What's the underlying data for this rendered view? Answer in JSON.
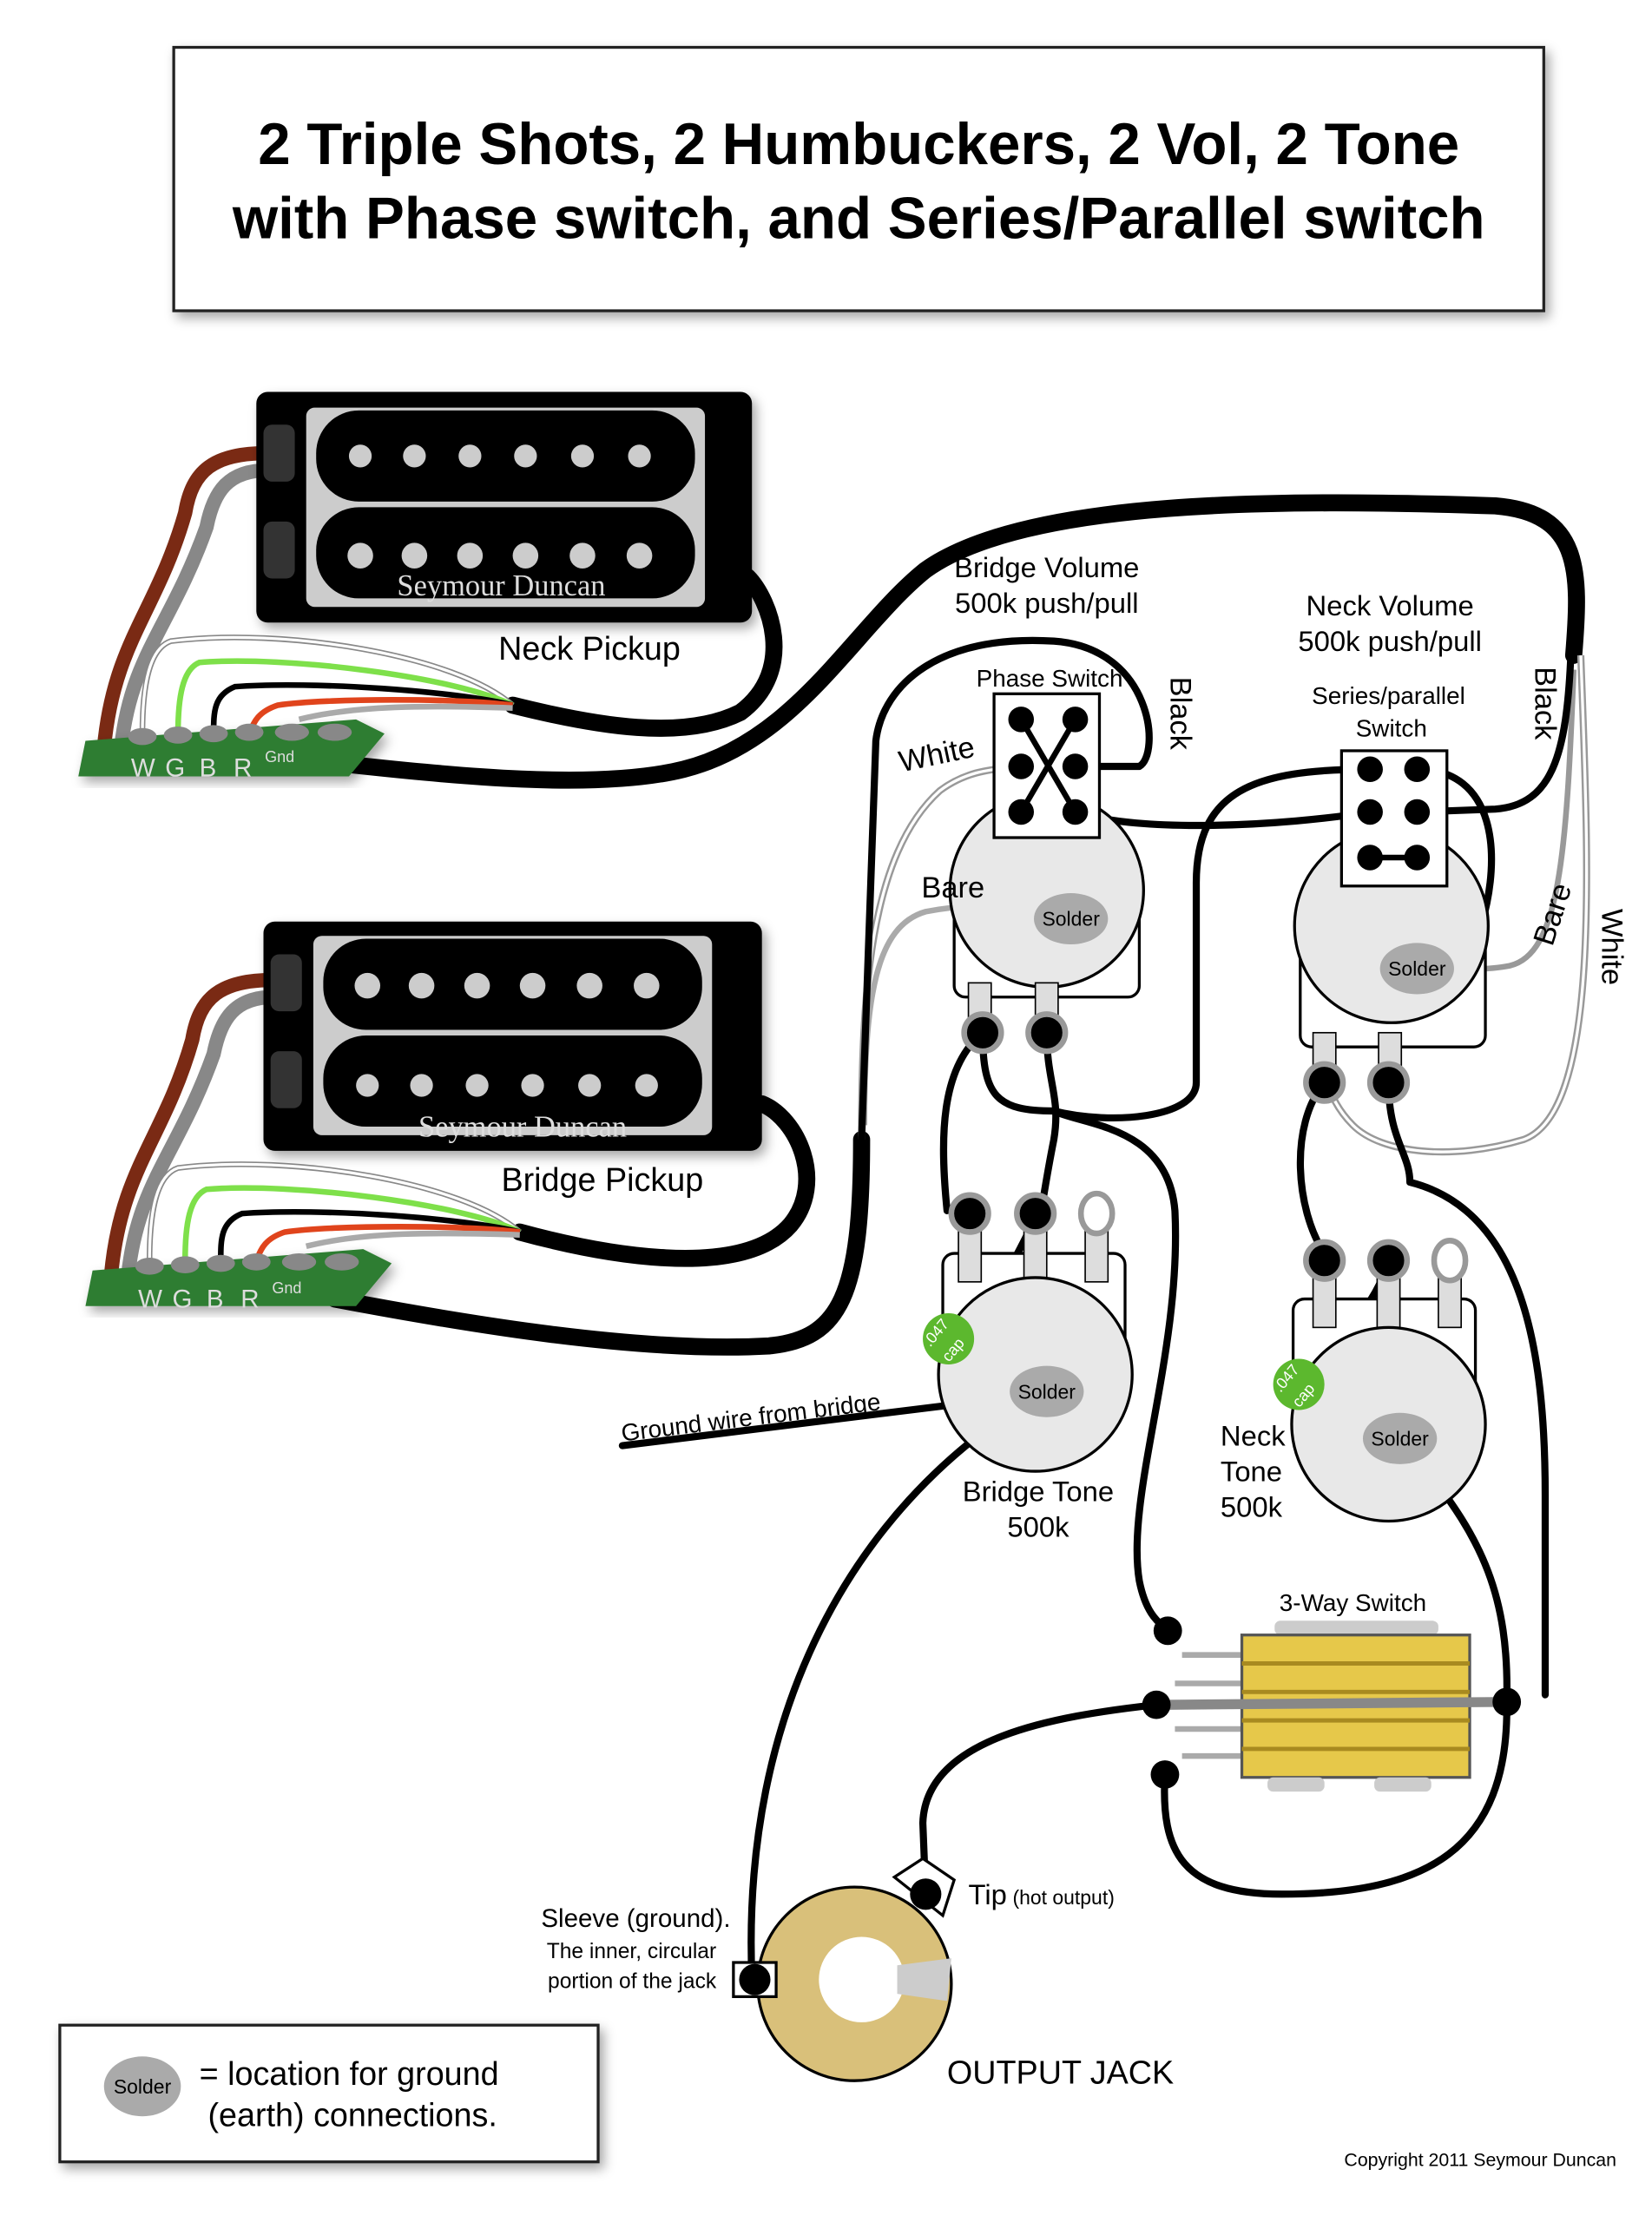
{
  "title": {
    "line1": "2 Triple Shots, 2 Humbuckers, 2 Vol, 2 Tone",
    "line2": "with Phase switch, and Series/Parallel switch"
  },
  "pickups": {
    "brand": "Seymour Duncan",
    "neck_label": "Neck Pickup",
    "bridge_label": "Bridge Pickup",
    "terminals": [
      "W",
      "G",
      "B",
      "R",
      "Gnd"
    ]
  },
  "controls": {
    "bridge_volume": {
      "line1": "Bridge Volume",
      "line2": "500k push/pull"
    },
    "neck_volume": {
      "line1": "Neck Volume",
      "line2": "500k push/pull"
    },
    "phase_switch": "Phase Switch",
    "series_parallel": {
      "line1": "Series/parallel",
      "line2": "Switch"
    },
    "bridge_tone": {
      "line1": "Bridge Tone",
      "line2": "500k"
    },
    "neck_tone": {
      "line1": "Neck",
      "line2": "Tone",
      "line3": "500k"
    },
    "three_way": "3-Way Switch",
    "solder": "Solder",
    "cap": {
      "line1": ".047",
      "line2": "cap"
    }
  },
  "wires": {
    "white": "White",
    "black": "Black",
    "bare": "Bare",
    "ground_bridge": "Ground wire from bridge"
  },
  "jack": {
    "tip": "Tip",
    "tip_note": "(hot output)",
    "sleeve_line1": "Sleeve (ground).",
    "sleeve_line2": "The inner, circular",
    "sleeve_line3": "portion of the jack",
    "label": "OUTPUT JACK"
  },
  "legend": {
    "solder": "Solder",
    "line1": "= location for ground",
    "line2": "(earth) connections."
  },
  "copyright": "Copyright 2011 Seymour Duncan",
  "colors": {
    "pcb": "#2e7d32",
    "cap": "#5cb82e",
    "switch_yellow": "#e6c84a",
    "jack_ring": "#d9c07a",
    "pot_fill": "#e8e8e8",
    "wire_red": "#e0441c",
    "wire_green": "#7ee04a",
    "wire_brown": "#7a2a14",
    "wire_gray": "#888888"
  }
}
